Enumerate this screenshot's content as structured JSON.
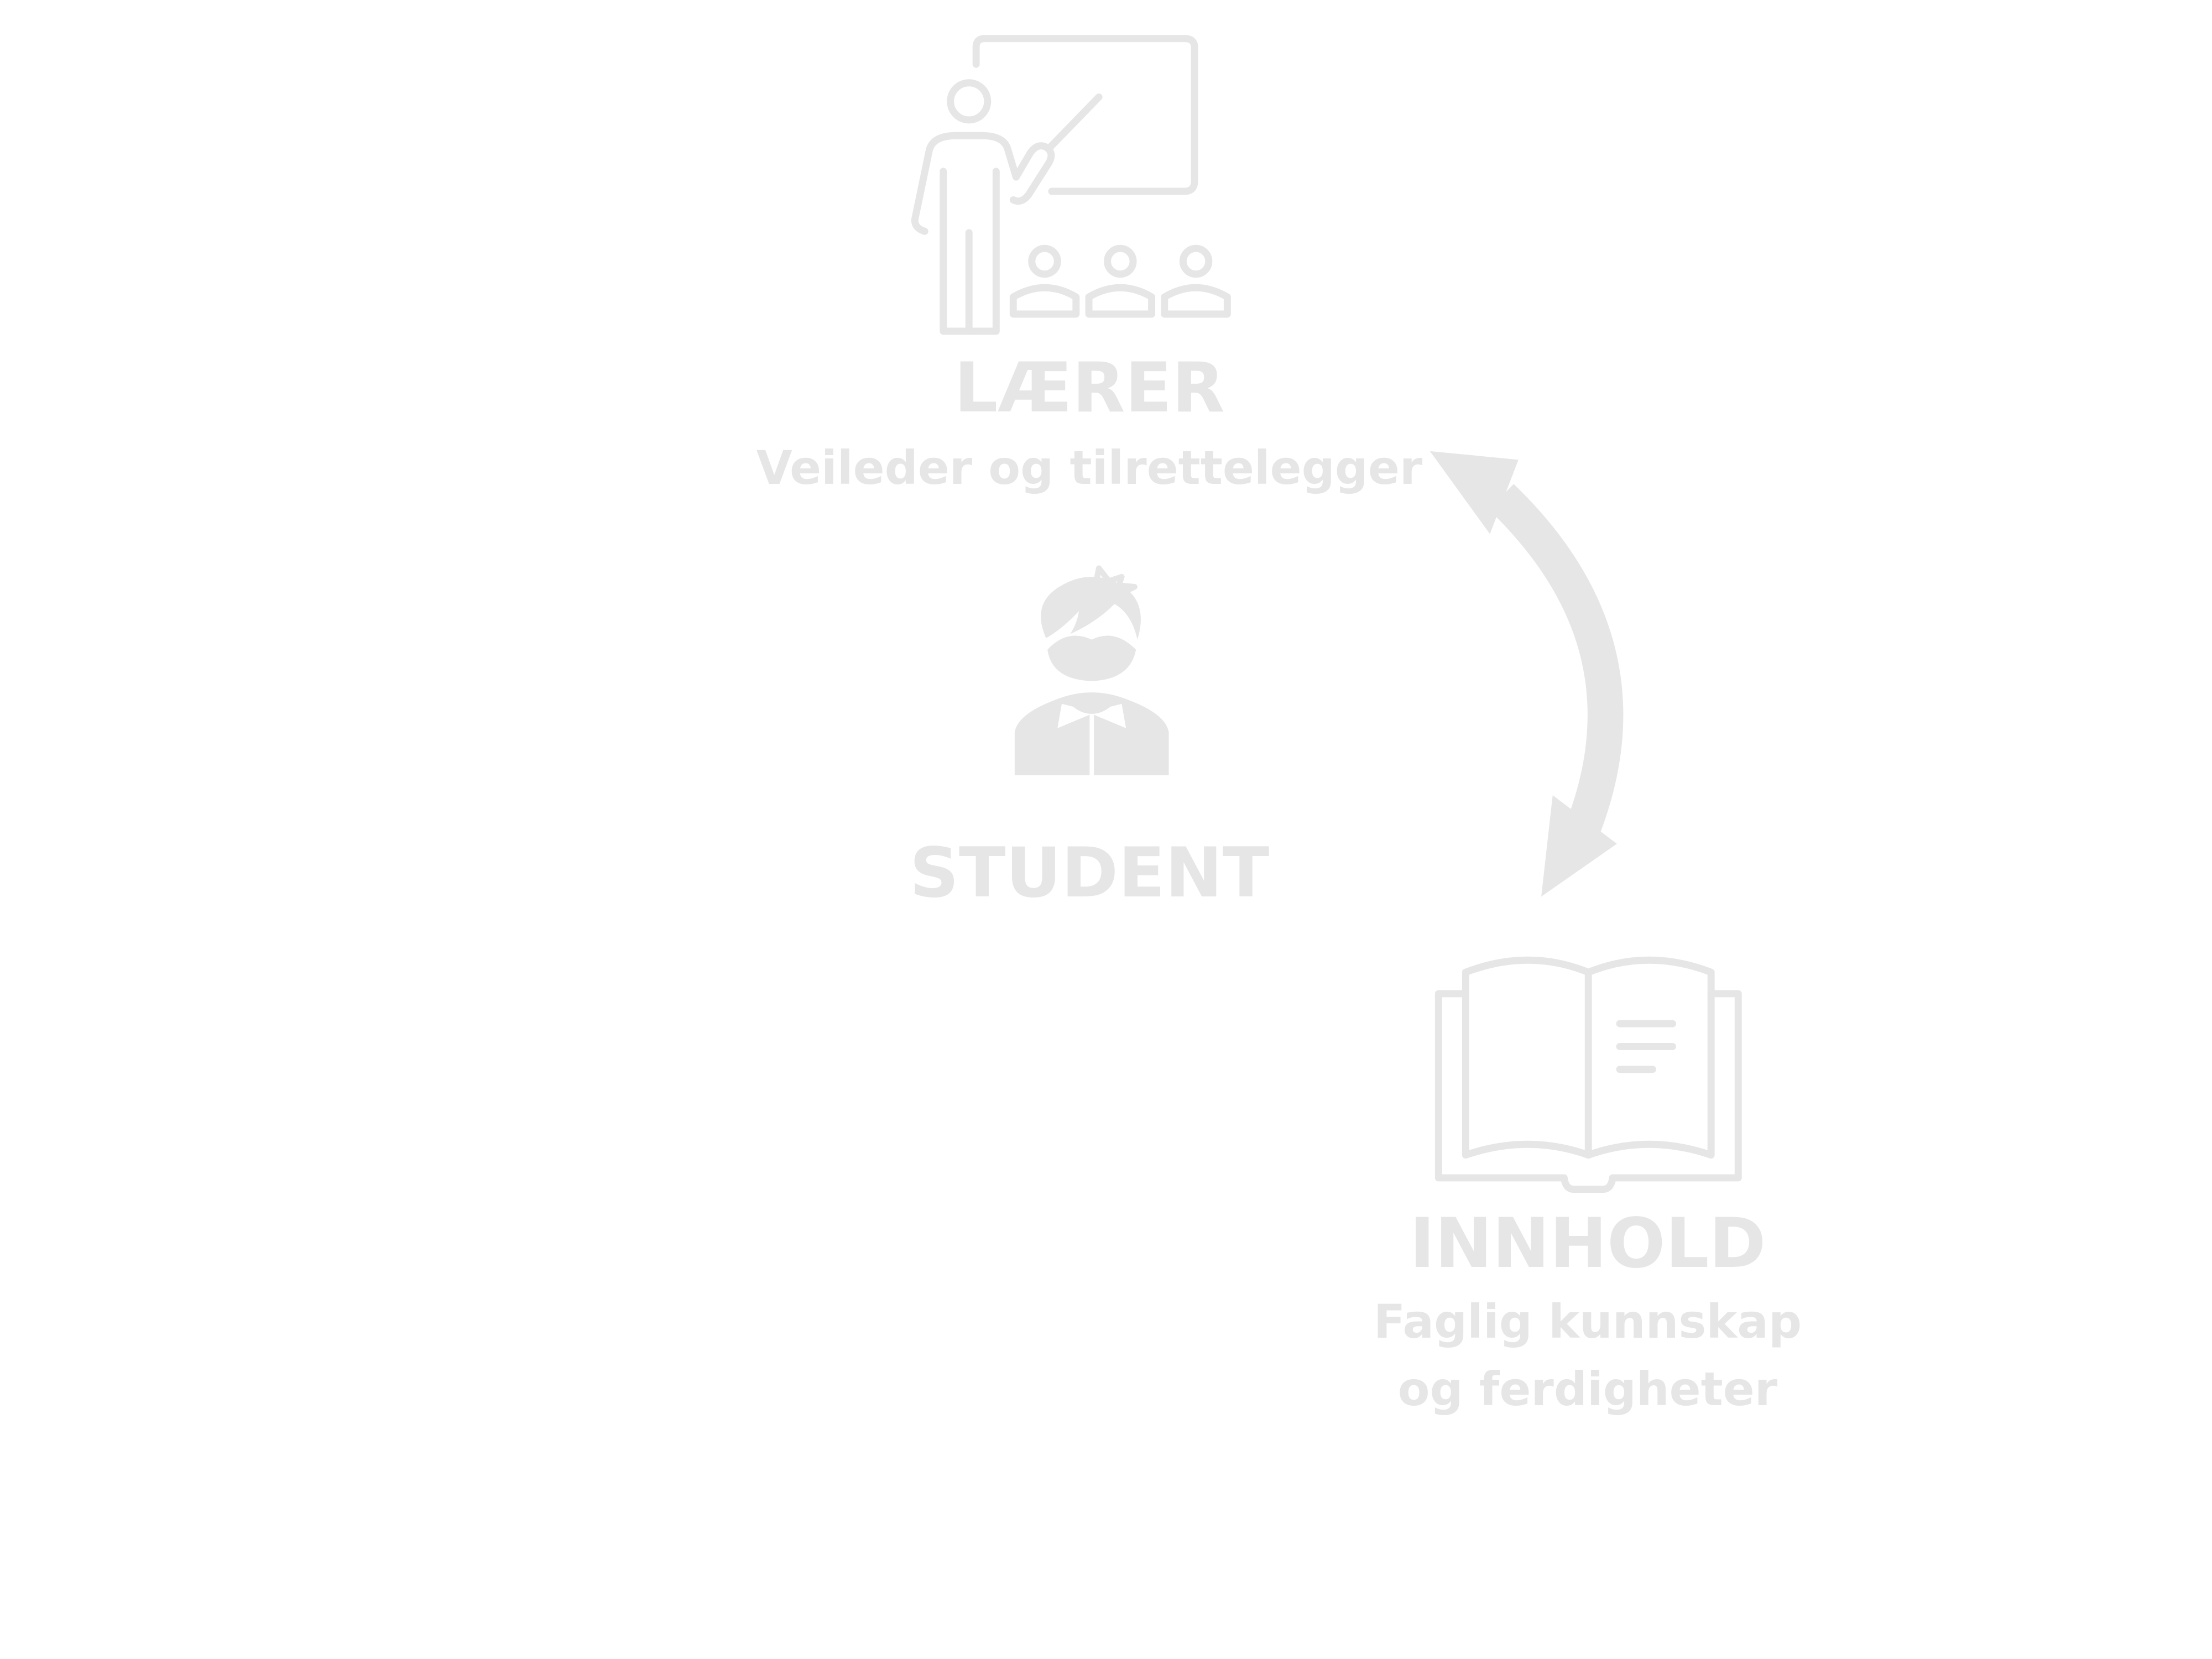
{
  "nodes": {
    "teacher": {
      "title": "LÆRER",
      "subtitle": "Veileder og tilrettelegger",
      "icon": "teacher-at-whiteboard-icon"
    },
    "student": {
      "title": "STUDENT",
      "icon": "student-icon"
    },
    "content": {
      "title": "INNHOLD",
      "subtitle_line1": "Faglig kunnskap",
      "subtitle_line2": "og ferdigheter",
      "icon": "open-book-icon"
    }
  },
  "connections": [
    {
      "from": "teacher",
      "to": "content",
      "type": "double-headed-curved-arrow"
    }
  ],
  "colors": {
    "foreground": "#e6e6e6",
    "background": "#ffffff"
  }
}
